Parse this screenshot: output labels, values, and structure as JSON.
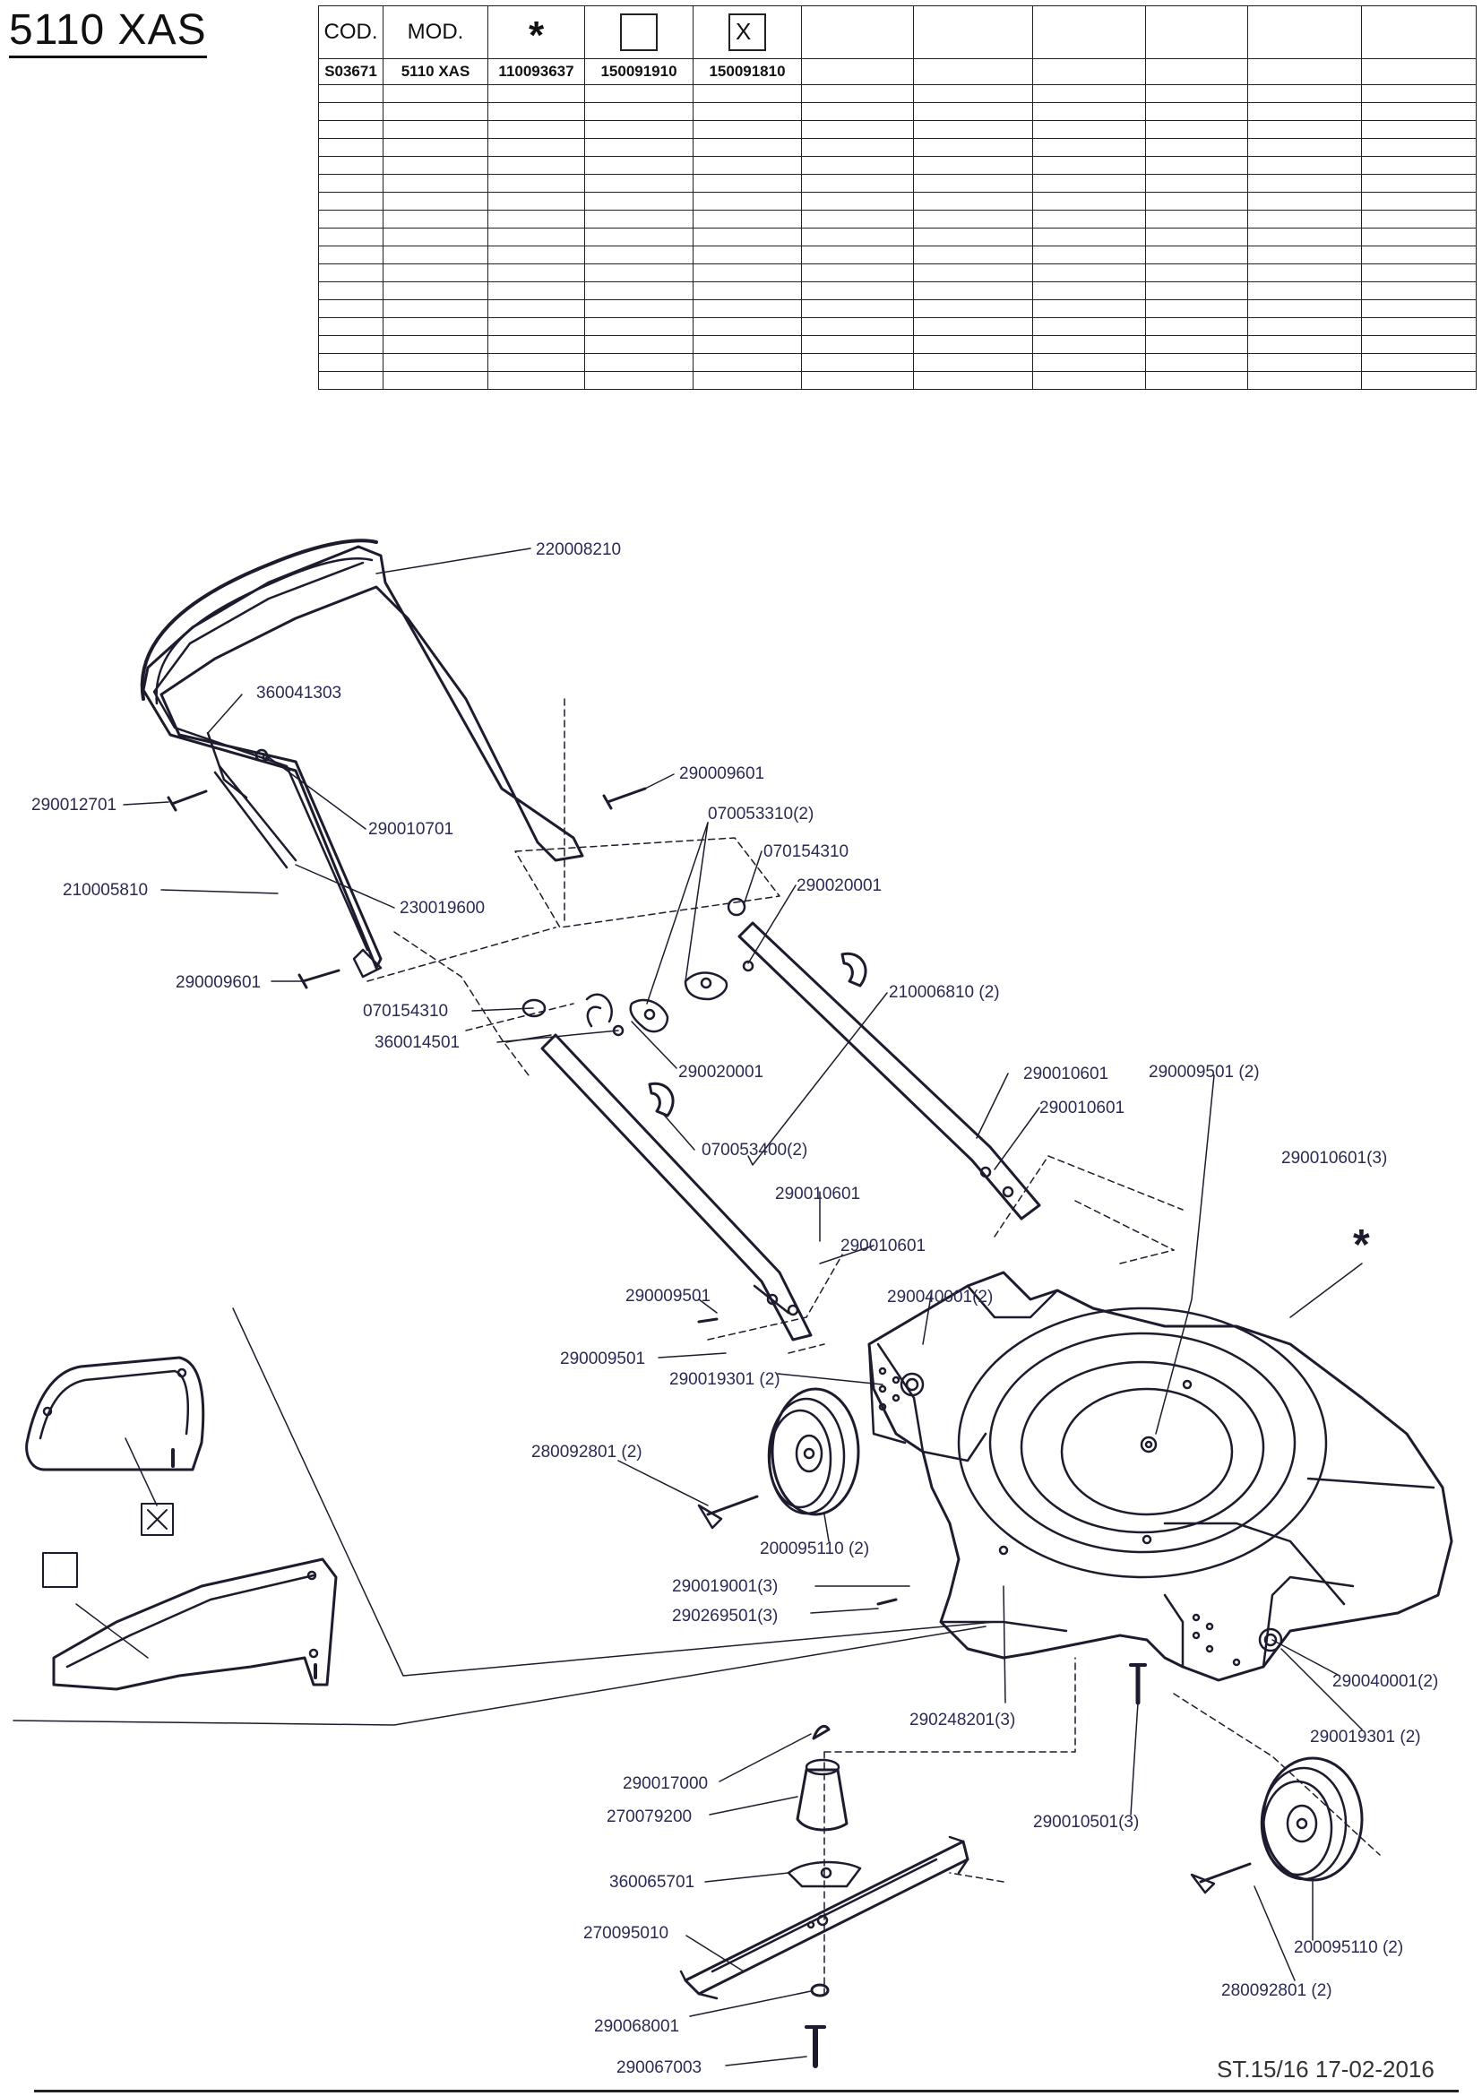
{
  "title": "5110 XAS",
  "table": {
    "headers": [
      "COD.",
      "MOD.",
      "*",
      "",
      "X"
    ],
    "first_row": [
      "S03671",
      "5110 XAS",
      "110093637",
      "150091910",
      "150091810"
    ]
  },
  "labels": {
    "l220008210": "220008210",
    "l360041303": "360041303",
    "l290009601a": "290009601",
    "l290012701": "290012701",
    "l290010701": "290010701",
    "l070053310": "070053310(2)",
    "l070154310a": "070154310",
    "l290020001a": "290020001",
    "l210005810": "210005810",
    "l230019600": "230019600",
    "l290009601b": "290009601",
    "l210006810": "210006810 (2)",
    "l070154310b": "070154310",
    "l360014501": "360014501",
    "l290020001b": "290020001",
    "l290010601a": "290010601",
    "l290009501a": "290009501 (2)",
    "l290010601b": "290010601",
    "l070053400": "070053400(2)",
    "l290010601c": "290010601(3)",
    "l290010601d": "290010601",
    "l290010601e": "290010601",
    "l290009501b": "290009501",
    "l290040001a": "290040001(2)",
    "l290009501c": "290009501",
    "l290019301a": "290019301 (2)",
    "l280092801a": "280092801 (2)",
    "l200095110a": "200095110 (2)",
    "l290019001": "290019001(3)",
    "l290269501": "290269501(3)",
    "l290040001b": "290040001(2)",
    "l290248201": "290248201(3)",
    "l290019301b": "290019301 (2)",
    "l290017000": "290017000",
    "l270079200": "270079200",
    "l290010501": "290010501(3)",
    "l360065701": "360065701",
    "l270095010": "270095010",
    "l200095110b": "200095110 (2)",
    "l290068001": "290068001",
    "l280092801b": "280092801 (2)",
    "l290067003": "290067003"
  },
  "footer": "ST.15/16  17-02-2016"
}
